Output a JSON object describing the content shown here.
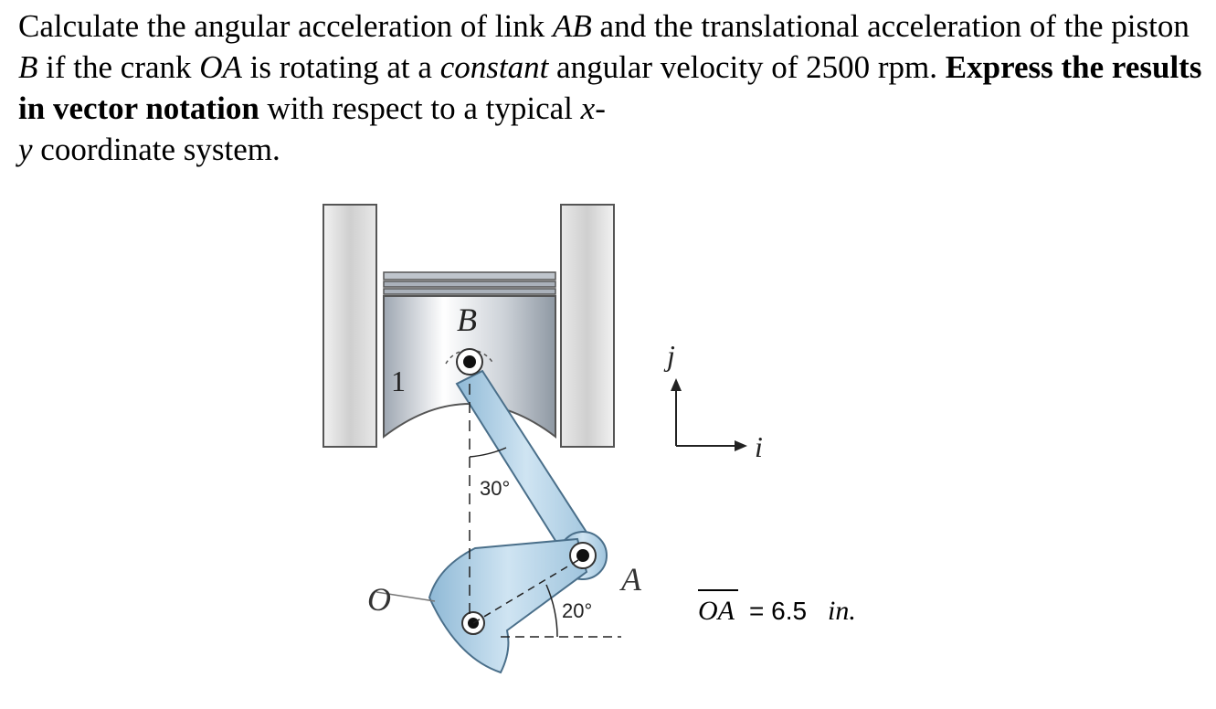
{
  "problem": {
    "t1": "Calculate the angular acceleration of link ",
    "ab": "AB",
    "t2": " and the translational acceleration of the piston ",
    "b": "B",
    "t3": " if the crank ",
    "oa": "OA",
    "t4": " is rotating at a ",
    "constant": "constant",
    "t5": " angular velocity of 2500 rpm.  ",
    "bold": "Express the results in vector notation",
    "t6": " with respect to a typical ",
    "x": "x",
    "dash": "-",
    "y": "y",
    "t7": " coordinate system."
  },
  "figure": {
    "label_B": "B",
    "label_A": "A",
    "label_O": "O",
    "label_1": "1",
    "angle_30": "30°",
    "angle_20": "20°",
    "axis_j": "j",
    "axis_i": "i",
    "oa_symbol": "OA",
    "oa_equals": "= 6.5",
    "oa_unit": "in."
  },
  "colors": {
    "link_blue": "#a9cde4",
    "link_edge": "#4a6f8a",
    "wall_gray": "#d8d8d8",
    "piston_gray": "#c9ced4"
  }
}
